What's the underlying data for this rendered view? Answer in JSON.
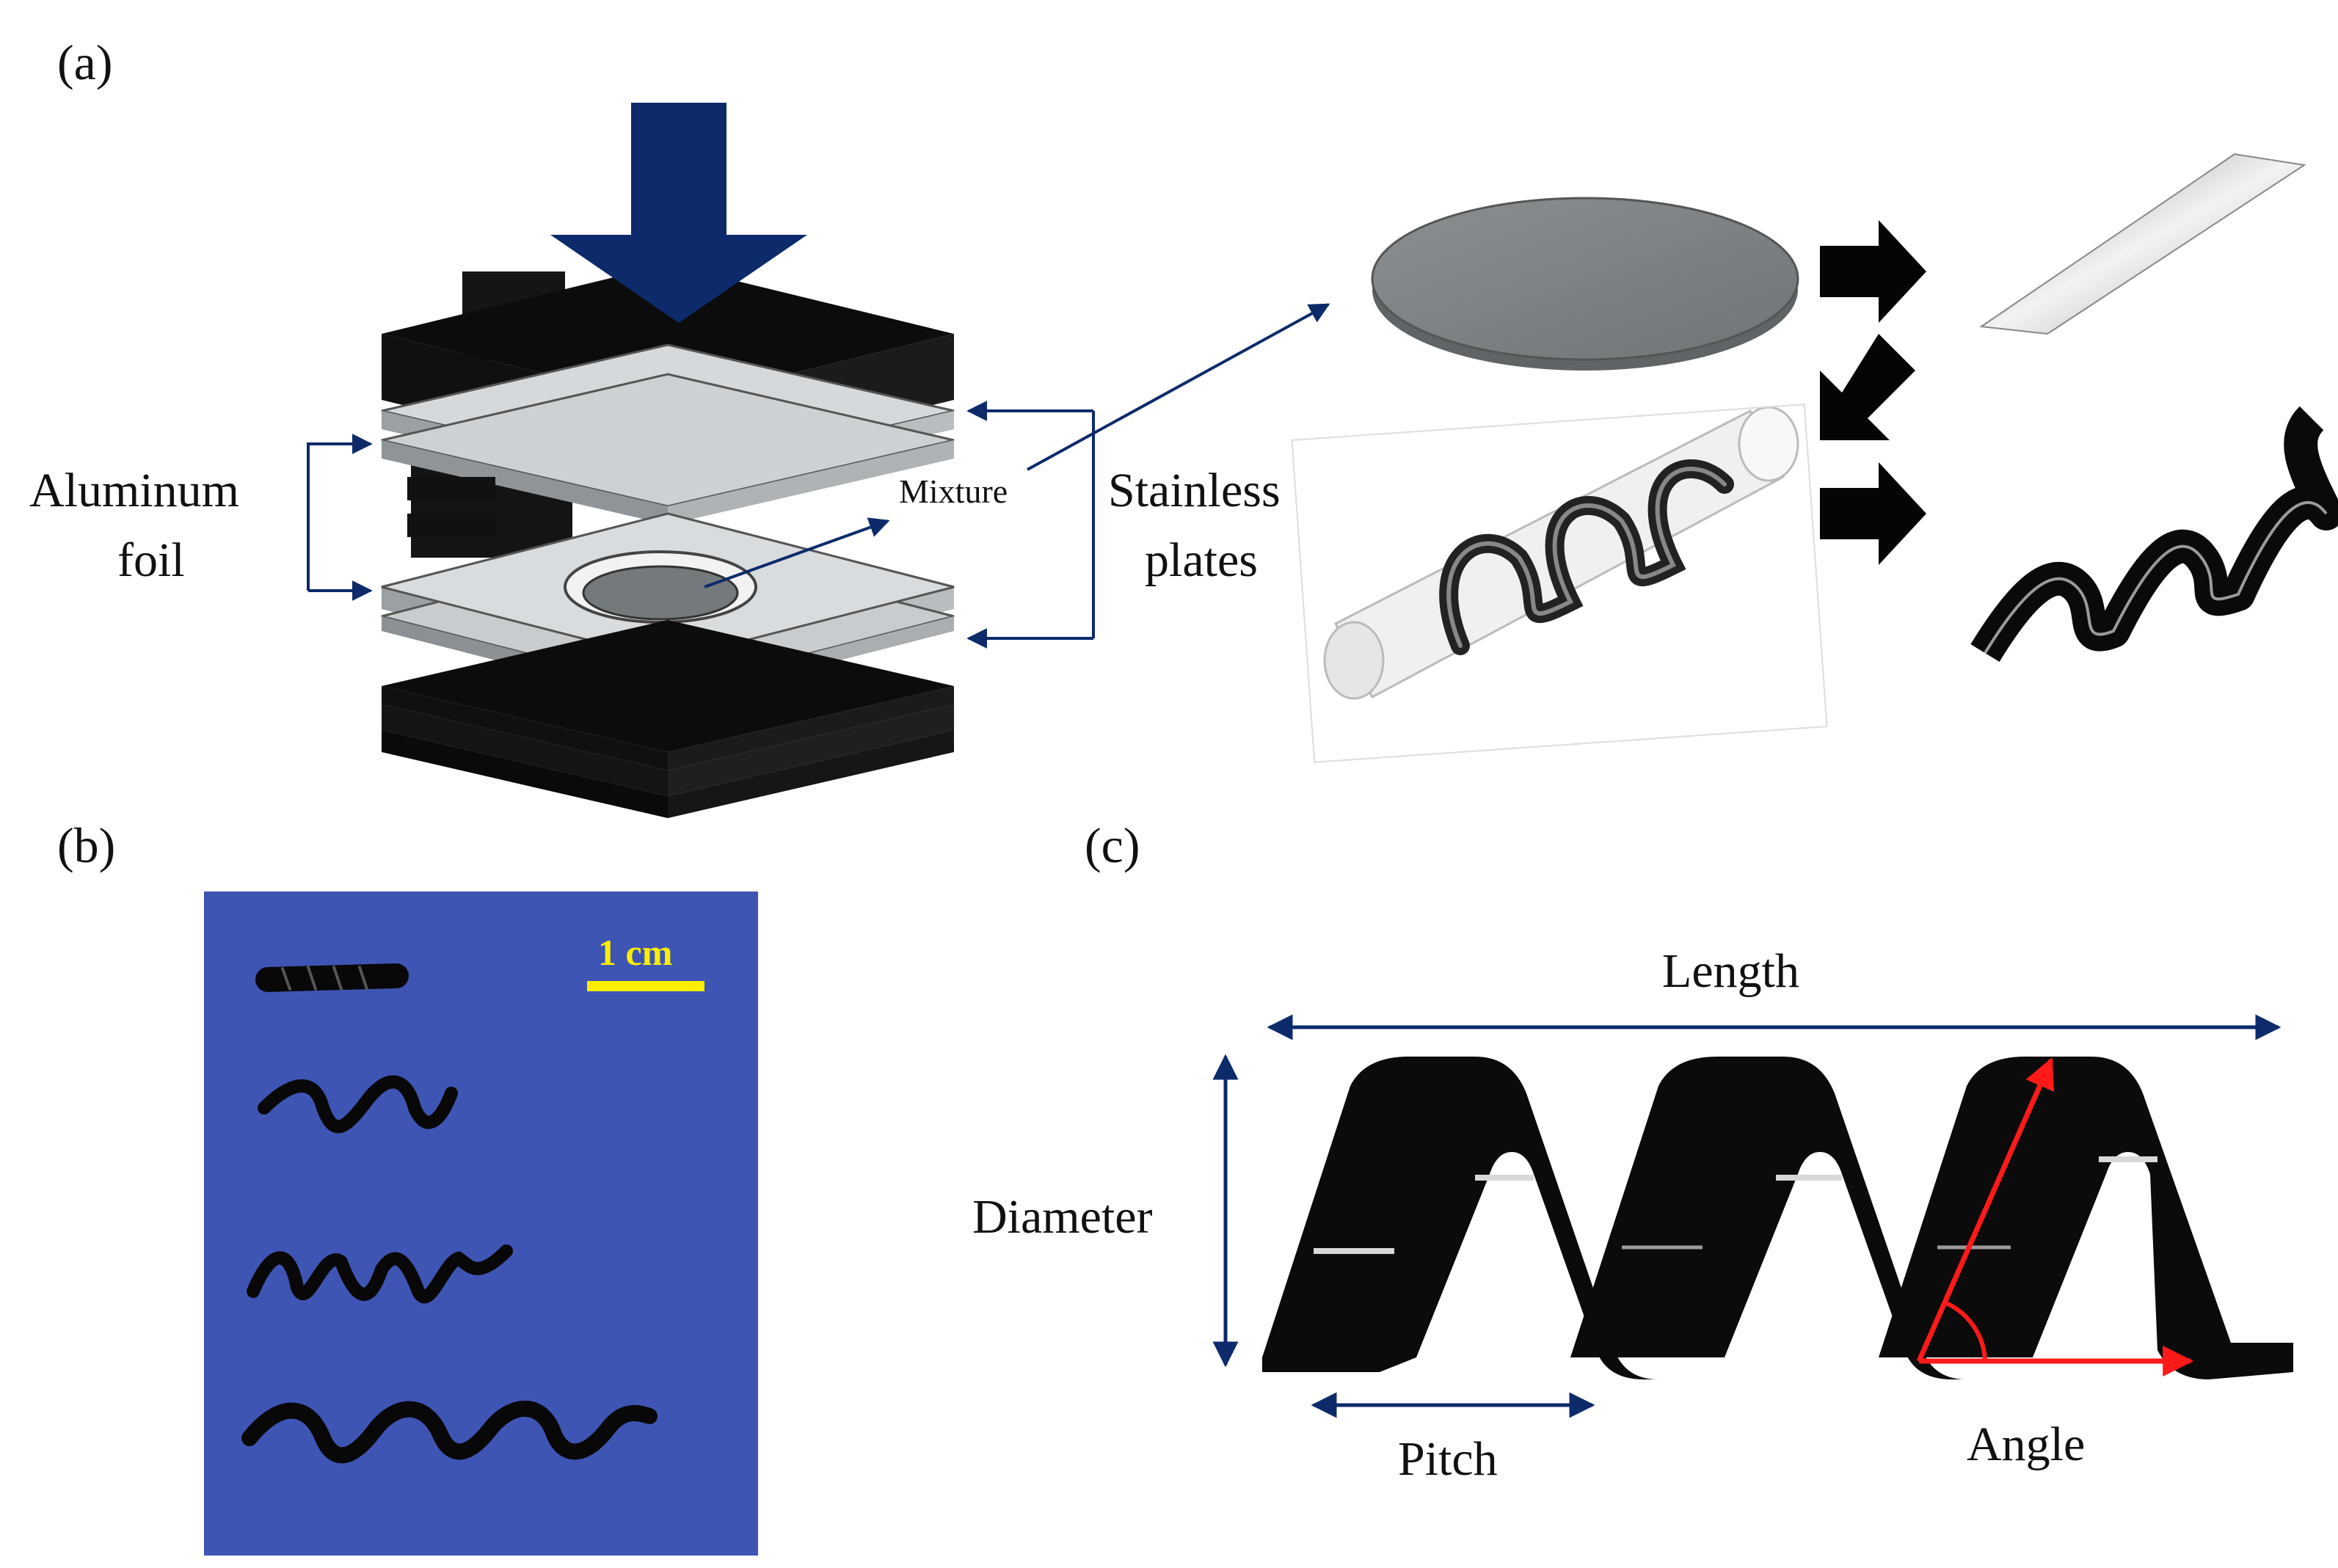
{
  "colors": {
    "navy": "#0d2b6b",
    "red": "#ff1a1a",
    "blue_bg": "#3f55b4",
    "scale_yellow": "#ffee00",
    "plate_black": "#0f0f0f",
    "foil_gray": "#c9cdd0"
  },
  "panel_a": {
    "label": "(a)",
    "aluminum_foil_line1": "Aluminum",
    "aluminum_foil_line2": "foil",
    "mixture": "Mixture",
    "stainless_line1": "Stainless",
    "stainless_line2": "plates"
  },
  "panel_b": {
    "label": "(b)",
    "scale_bar": "1 cm"
  },
  "panel_c": {
    "label": "(c)",
    "length": "Length",
    "diameter": "Diameter",
    "pitch": "Pitch",
    "angle": "Angle"
  },
  "icons": [
    "down-arrow-icon",
    "right-arrow-icon",
    "left-down-arrow-icon"
  ]
}
